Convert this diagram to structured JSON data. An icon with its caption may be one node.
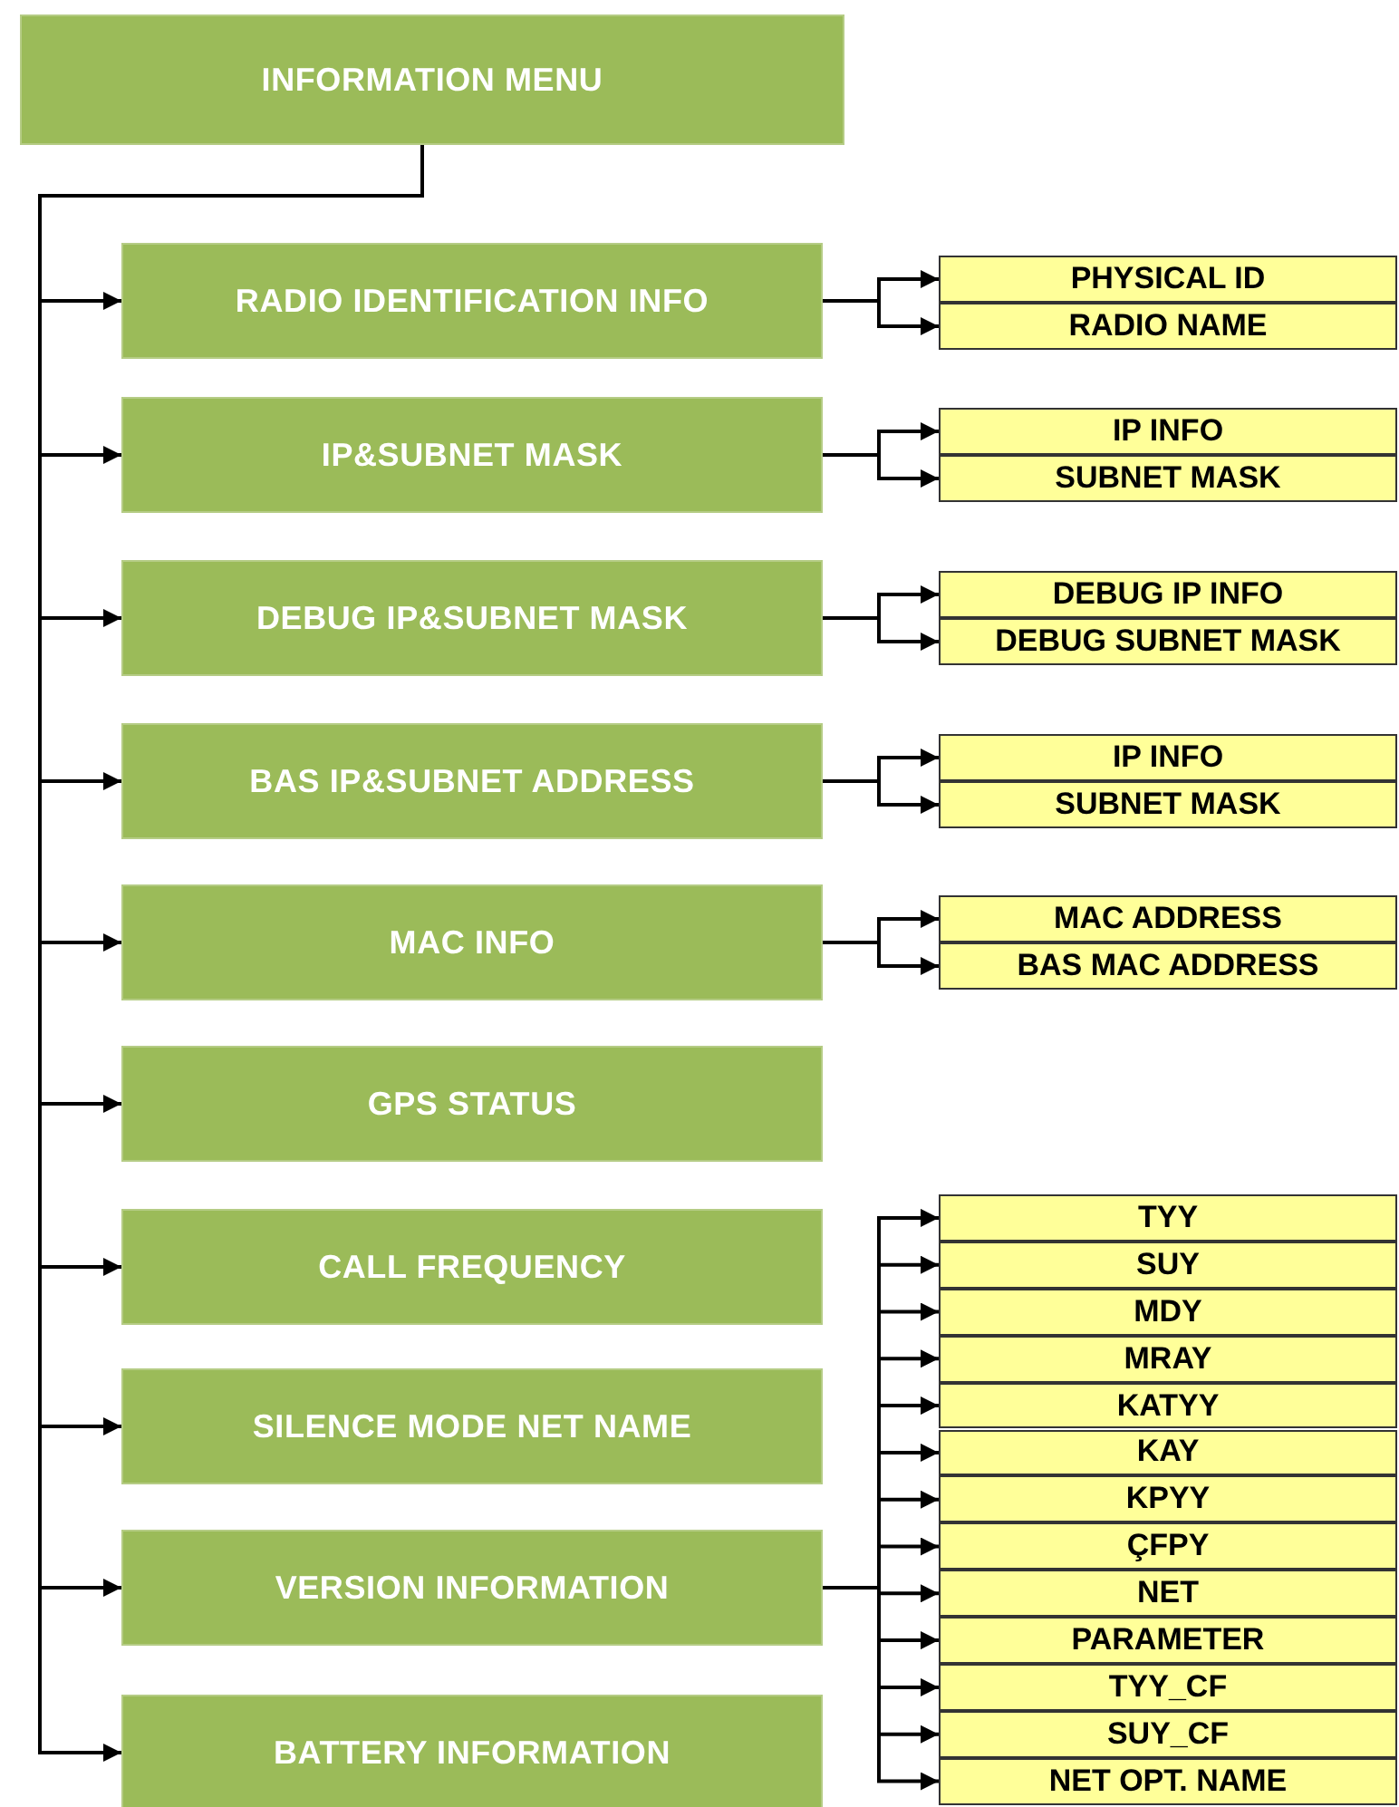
{
  "diagram": {
    "nodes": [
      {
        "text": [
          "INFORMATION MENU"
        ]
      },
      {
        "text": [
          "RADIO IDENTIFICATION INFO"
        ]
      },
      {
        "text": [
          "IP&SUBNET MASK"
        ]
      },
      {
        "text": [
          "DEBUG IP&SUBNET MASK"
        ]
      },
      {
        "text": [
          "BAS IP&SUBNET ADDRESS"
        ]
      },
      {
        "text": [
          "MAC INFO"
        ]
      },
      {
        "text": [
          "GPS STATUS"
        ]
      },
      {
        "text": [
          "CALL FREQUENCY"
        ]
      },
      {
        "text": [
          "SILENCE MODE NET NAME"
        ]
      },
      {
        "text": [
          "VERSION INFORMATION"
        ]
      },
      {
        "text": [
          "BATTERY INFORMATION"
        ]
      },
      {
        "text": [
          "PHYSICAL ID"
        ]
      },
      {
        "text": [
          "RADIO NAME"
        ]
      },
      {
        "text": [
          "IP INFO"
        ]
      },
      {
        "text": [
          "SUBNET MASK"
        ]
      },
      {
        "text": [
          "DEBUG IP INFO"
        ]
      },
      {
        "text": [
          "DEBUG SUBNET MASK"
        ]
      },
      {
        "text": [
          "IP INFO"
        ]
      },
      {
        "text": [
          "SUBNET MASK"
        ]
      },
      {
        "text": [
          "MAC ADDRESS"
        ]
      },
      {
        "text": [
          "BAS MAC ADDRESS"
        ]
      },
      {
        "text": [
          "TYY"
        ]
      },
      {
        "text": [
          "SUY"
        ]
      },
      {
        "text": [
          "MDY"
        ]
      },
      {
        "text": [
          "MRAY"
        ]
      },
      {
        "text": [
          "KATYY"
        ]
      },
      {
        "text": [
          "KAY"
        ]
      },
      {
        "text": [
          "KPYY"
        ]
      },
      {
        "text": [
          "ÇFPY"
        ]
      },
      {
        "text": [
          "NET"
        ]
      },
      {
        "text": [
          "PARAMETER"
        ]
      },
      {
        "text": [
          "TYY_CF"
        ]
      },
      {
        "text": [
          "SUY_CF"
        ]
      },
      {
        "text": [
          "NET OPT. NAME"
        ]
      }
    ],
    "edges": [
      {
        "from": 0,
        "to": 1,
        "arrow": "to"
      },
      {
        "from": 0,
        "to": 2,
        "arrow": "to"
      },
      {
        "from": 0,
        "to": 3,
        "arrow": "to"
      },
      {
        "from": 0,
        "to": 4,
        "arrow": "to"
      },
      {
        "from": 0,
        "to": 5,
        "arrow": "to"
      },
      {
        "from": 0,
        "to": 6,
        "arrow": "to"
      },
      {
        "from": 0,
        "to": 7,
        "arrow": "to"
      },
      {
        "from": 0,
        "to": 8,
        "arrow": "to"
      },
      {
        "from": 0,
        "to": 9,
        "arrow": "to"
      },
      {
        "from": 0,
        "to": 10,
        "arrow": "to"
      },
      {
        "from": 1,
        "to": 11,
        "arrow": "to"
      },
      {
        "from": 1,
        "to": 12,
        "arrow": "to"
      },
      {
        "from": 2,
        "to": 13,
        "arrow": "to"
      },
      {
        "from": 2,
        "to": 14,
        "arrow": "to"
      },
      {
        "from": 3,
        "to": 15,
        "arrow": "to"
      },
      {
        "from": 3,
        "to": 16,
        "arrow": "to"
      },
      {
        "from": 4,
        "to": 17,
        "arrow": "to"
      },
      {
        "from": 4,
        "to": 18,
        "arrow": "to"
      },
      {
        "from": 5,
        "to": 19,
        "arrow": "to"
      },
      {
        "from": 5,
        "to": 20,
        "arrow": "to"
      },
      {
        "from": 9,
        "to": 21,
        "arrow": "to"
      },
      {
        "from": 9,
        "to": 22,
        "arrow": "to"
      },
      {
        "from": 9,
        "to": 23,
        "arrow": "to"
      },
      {
        "from": 9,
        "to": 24,
        "arrow": "to"
      },
      {
        "from": 9,
        "to": 25,
        "arrow": "to"
      },
      {
        "from": 9,
        "to": 26,
        "arrow": "to"
      },
      {
        "from": 9,
        "to": 27,
        "arrow": "to"
      },
      {
        "from": 9,
        "to": 28,
        "arrow": "to"
      },
      {
        "from": 9,
        "to": 29,
        "arrow": "to"
      },
      {
        "from": 9,
        "to": 30,
        "arrow": "to"
      },
      {
        "from": 9,
        "to": 31,
        "arrow": "to"
      },
      {
        "from": 9,
        "to": 32,
        "arrow": "to"
      },
      {
        "from": 9,
        "to": 33,
        "arrow": "to"
      }
    ]
  }
}
